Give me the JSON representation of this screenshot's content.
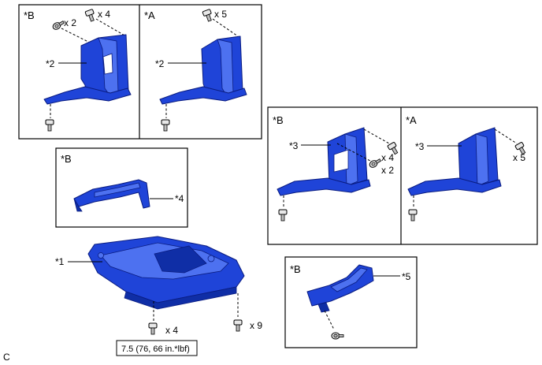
{
  "panels": {
    "top_left_b": {
      "variant": "*B",
      "part_label": "*2",
      "clip_qty": "x 2",
      "bolt_qty": "x 4"
    },
    "top_left_a": {
      "variant": "*A",
      "part_label": "*2",
      "bolt_qty": "x 5"
    },
    "right_b": {
      "variant": "*B",
      "part_label": "*3",
      "bolt_qty": "x 4",
      "clip_qty": "x 2"
    },
    "right_a": {
      "variant": "*A",
      "part_label": "*3",
      "bolt_qty": "x 5"
    },
    "mid_left_b": {
      "variant": "*B",
      "part_label": "*4"
    },
    "bottom_right_b": {
      "variant": "*B",
      "part_label": "*5"
    }
  },
  "under_cover": {
    "part_label": "*1",
    "bolt_qty": "x 4",
    "clip_qty": "x 9",
    "torque": "7.5 (76, 66 in.*lbf)"
  },
  "figure_code": "C",
  "colors": {
    "part": "#1f44d8",
    "outline": "#000000"
  }
}
